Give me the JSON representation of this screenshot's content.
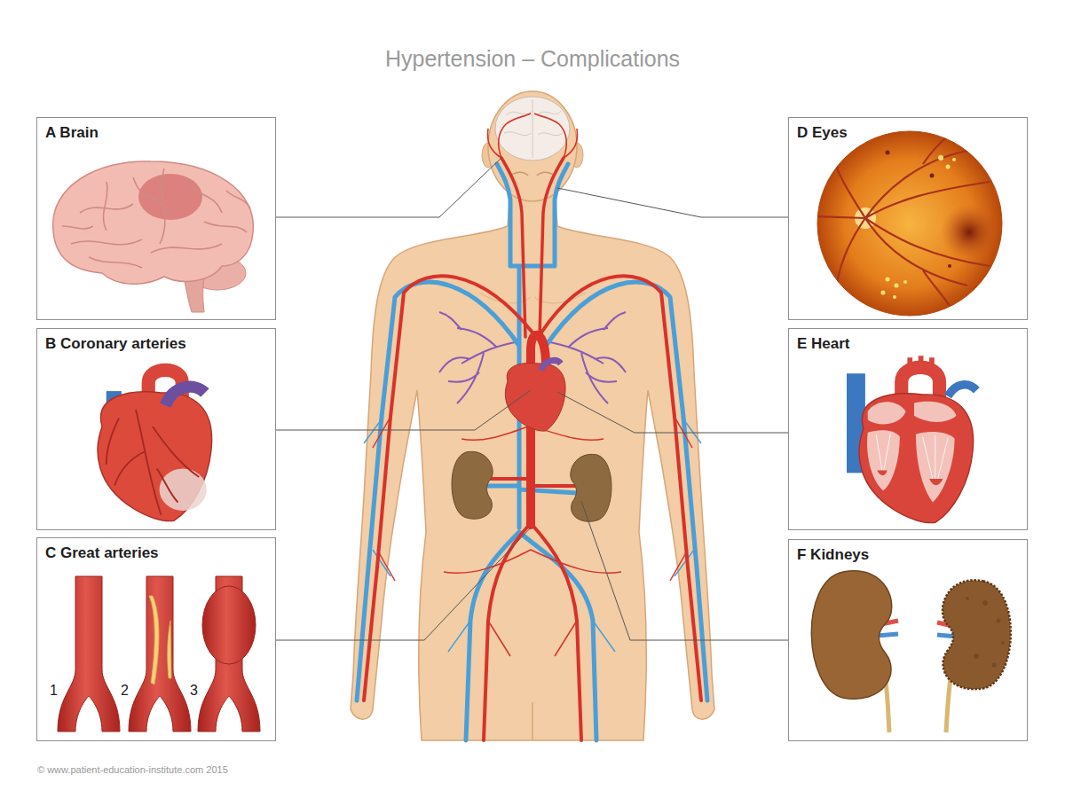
{
  "diagram": {
    "title": "Hypertension – Complications",
    "nodes": [
      {
        "text": [
          "A Brain"
        ]
      },
      {
        "text": [
          "B Coronary arteries"
        ]
      },
      {
        "text": [
          "C Great arteries"
        ]
      },
      {
        "text": [
          "D Eyes"
        ]
      },
      {
        "text": [
          "E Heart"
        ]
      },
      {
        "text": [
          "F Kidneys"
        ]
      }
    ],
    "labels": [
      "1",
      "2",
      "3",
      "© www.patient-education-institute.com 2015"
    ]
  }
}
